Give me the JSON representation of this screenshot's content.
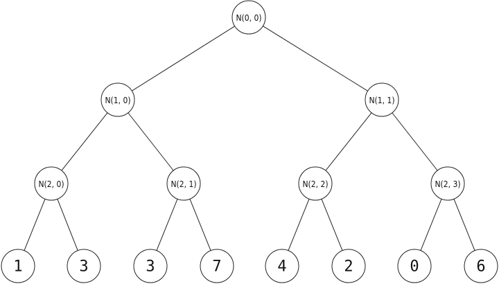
{
  "tree": {
    "nodes": [
      {
        "id": "n00",
        "label": "N(0, 0)",
        "leaf": false
      },
      {
        "id": "n10",
        "label": "N(1, 0)",
        "leaf": false
      },
      {
        "id": "n11",
        "label": "N(1, 1)",
        "leaf": false
      },
      {
        "id": "n20",
        "label": "N(2, 0)",
        "leaf": false
      },
      {
        "id": "n21",
        "label": "N(2, 1)",
        "leaf": false
      },
      {
        "id": "n22",
        "label": "N(2, 2)",
        "leaf": false
      },
      {
        "id": "n23",
        "label": "N(2, 3)",
        "leaf": false
      },
      {
        "id": "l0",
        "label": "1",
        "leaf": true
      },
      {
        "id": "l1",
        "label": "3",
        "leaf": true
      },
      {
        "id": "l2",
        "label": "3",
        "leaf": true
      },
      {
        "id": "l3",
        "label": "7",
        "leaf": true
      },
      {
        "id": "l4",
        "label": "4",
        "leaf": true
      },
      {
        "id": "l5",
        "label": "2",
        "leaf": true
      },
      {
        "id": "l6",
        "label": "0",
        "leaf": true
      },
      {
        "id": "l7",
        "label": "6",
        "leaf": true
      }
    ],
    "edges": [
      [
        "n00",
        "n10"
      ],
      [
        "n00",
        "n11"
      ],
      [
        "n10",
        "n20"
      ],
      [
        "n10",
        "n21"
      ],
      [
        "n11",
        "n22"
      ],
      [
        "n11",
        "n23"
      ],
      [
        "n20",
        "l0"
      ],
      [
        "n20",
        "l1"
      ],
      [
        "n21",
        "l2"
      ],
      [
        "n21",
        "l3"
      ],
      [
        "n22",
        "l4"
      ],
      [
        "n22",
        "l5"
      ],
      [
        "n23",
        "l6"
      ],
      [
        "n23",
        "l7"
      ]
    ]
  }
}
